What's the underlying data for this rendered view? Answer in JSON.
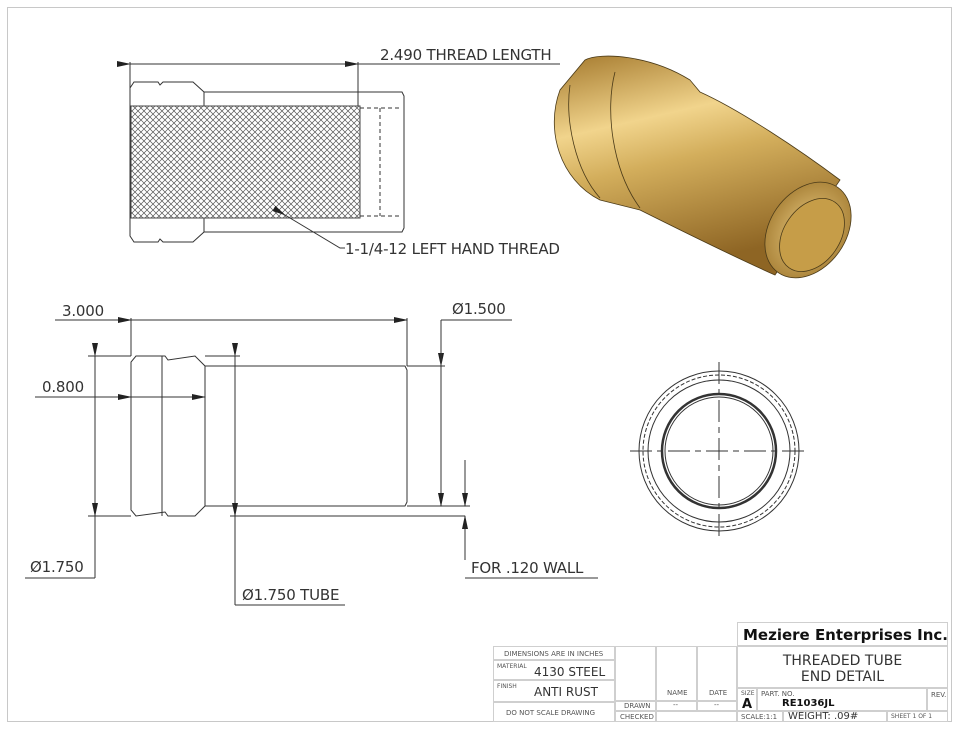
{
  "drawing": {
    "part_name": "THREADED TUBE END DETAIL",
    "top_view": {
      "thread_length_label": "2.490 THREAD LENGTH",
      "thread_callout": "1-1/4-12 LEFT HAND THREAD"
    },
    "side_view": {
      "overall_length": "3.000",
      "collar_length": "0.800",
      "outer_diameter": "Ø1.750",
      "end_diameter": "Ø1.500",
      "tube_diameter": "Ø1.750 TUBE",
      "wall_note": "FOR .120 WALL"
    },
    "iso_view": {
      "color": "#c9a44e"
    },
    "end_view": {
      "label": ""
    }
  },
  "title_block": {
    "company": "Meziere Enterprises Inc.",
    "title_line1": "THREADED TUBE",
    "title_line2": "END DETAIL",
    "units_note": "DIMENSIONS ARE IN INCHES",
    "material_label": "MATERIAL",
    "material_value": "4130 STEEL",
    "finish_label": "FINISH",
    "finish_value": "ANTI RUST",
    "scale_note": "DO NOT SCALE DRAWING",
    "name_header": "NAME",
    "date_header": "DATE",
    "drawn_label": "DRAWN",
    "drawn_name": "--",
    "drawn_date": "--",
    "checked_label": "CHECKED",
    "size_label": "SIZE",
    "size_value": "A",
    "part_no_label": "PART. NO.",
    "part_no_value": "RE1036JL",
    "rev_label": "REV.",
    "scale_label": "SCALE:1:1",
    "weight_label": "WEIGHT: .09#",
    "sheet_label": "SHEET 1 OF 1"
  }
}
